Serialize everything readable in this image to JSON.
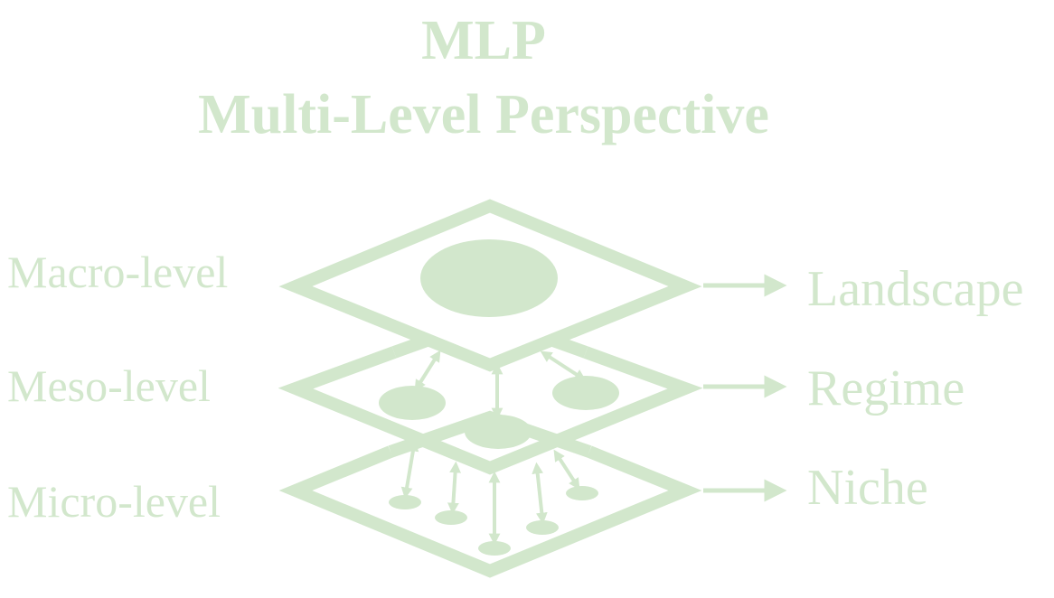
{
  "title": "MLP",
  "subtitle": "Multi-Level Perspective",
  "levels": [
    {
      "level": "Macro-level",
      "concept": "Landscape"
    },
    {
      "level": "Meso-level",
      "concept": "Regime"
    },
    {
      "level": "Micro-level",
      "concept": "Niche"
    }
  ],
  "colors": {
    "accent": "#d2e7cc",
    "background": "#ffffff"
  }
}
